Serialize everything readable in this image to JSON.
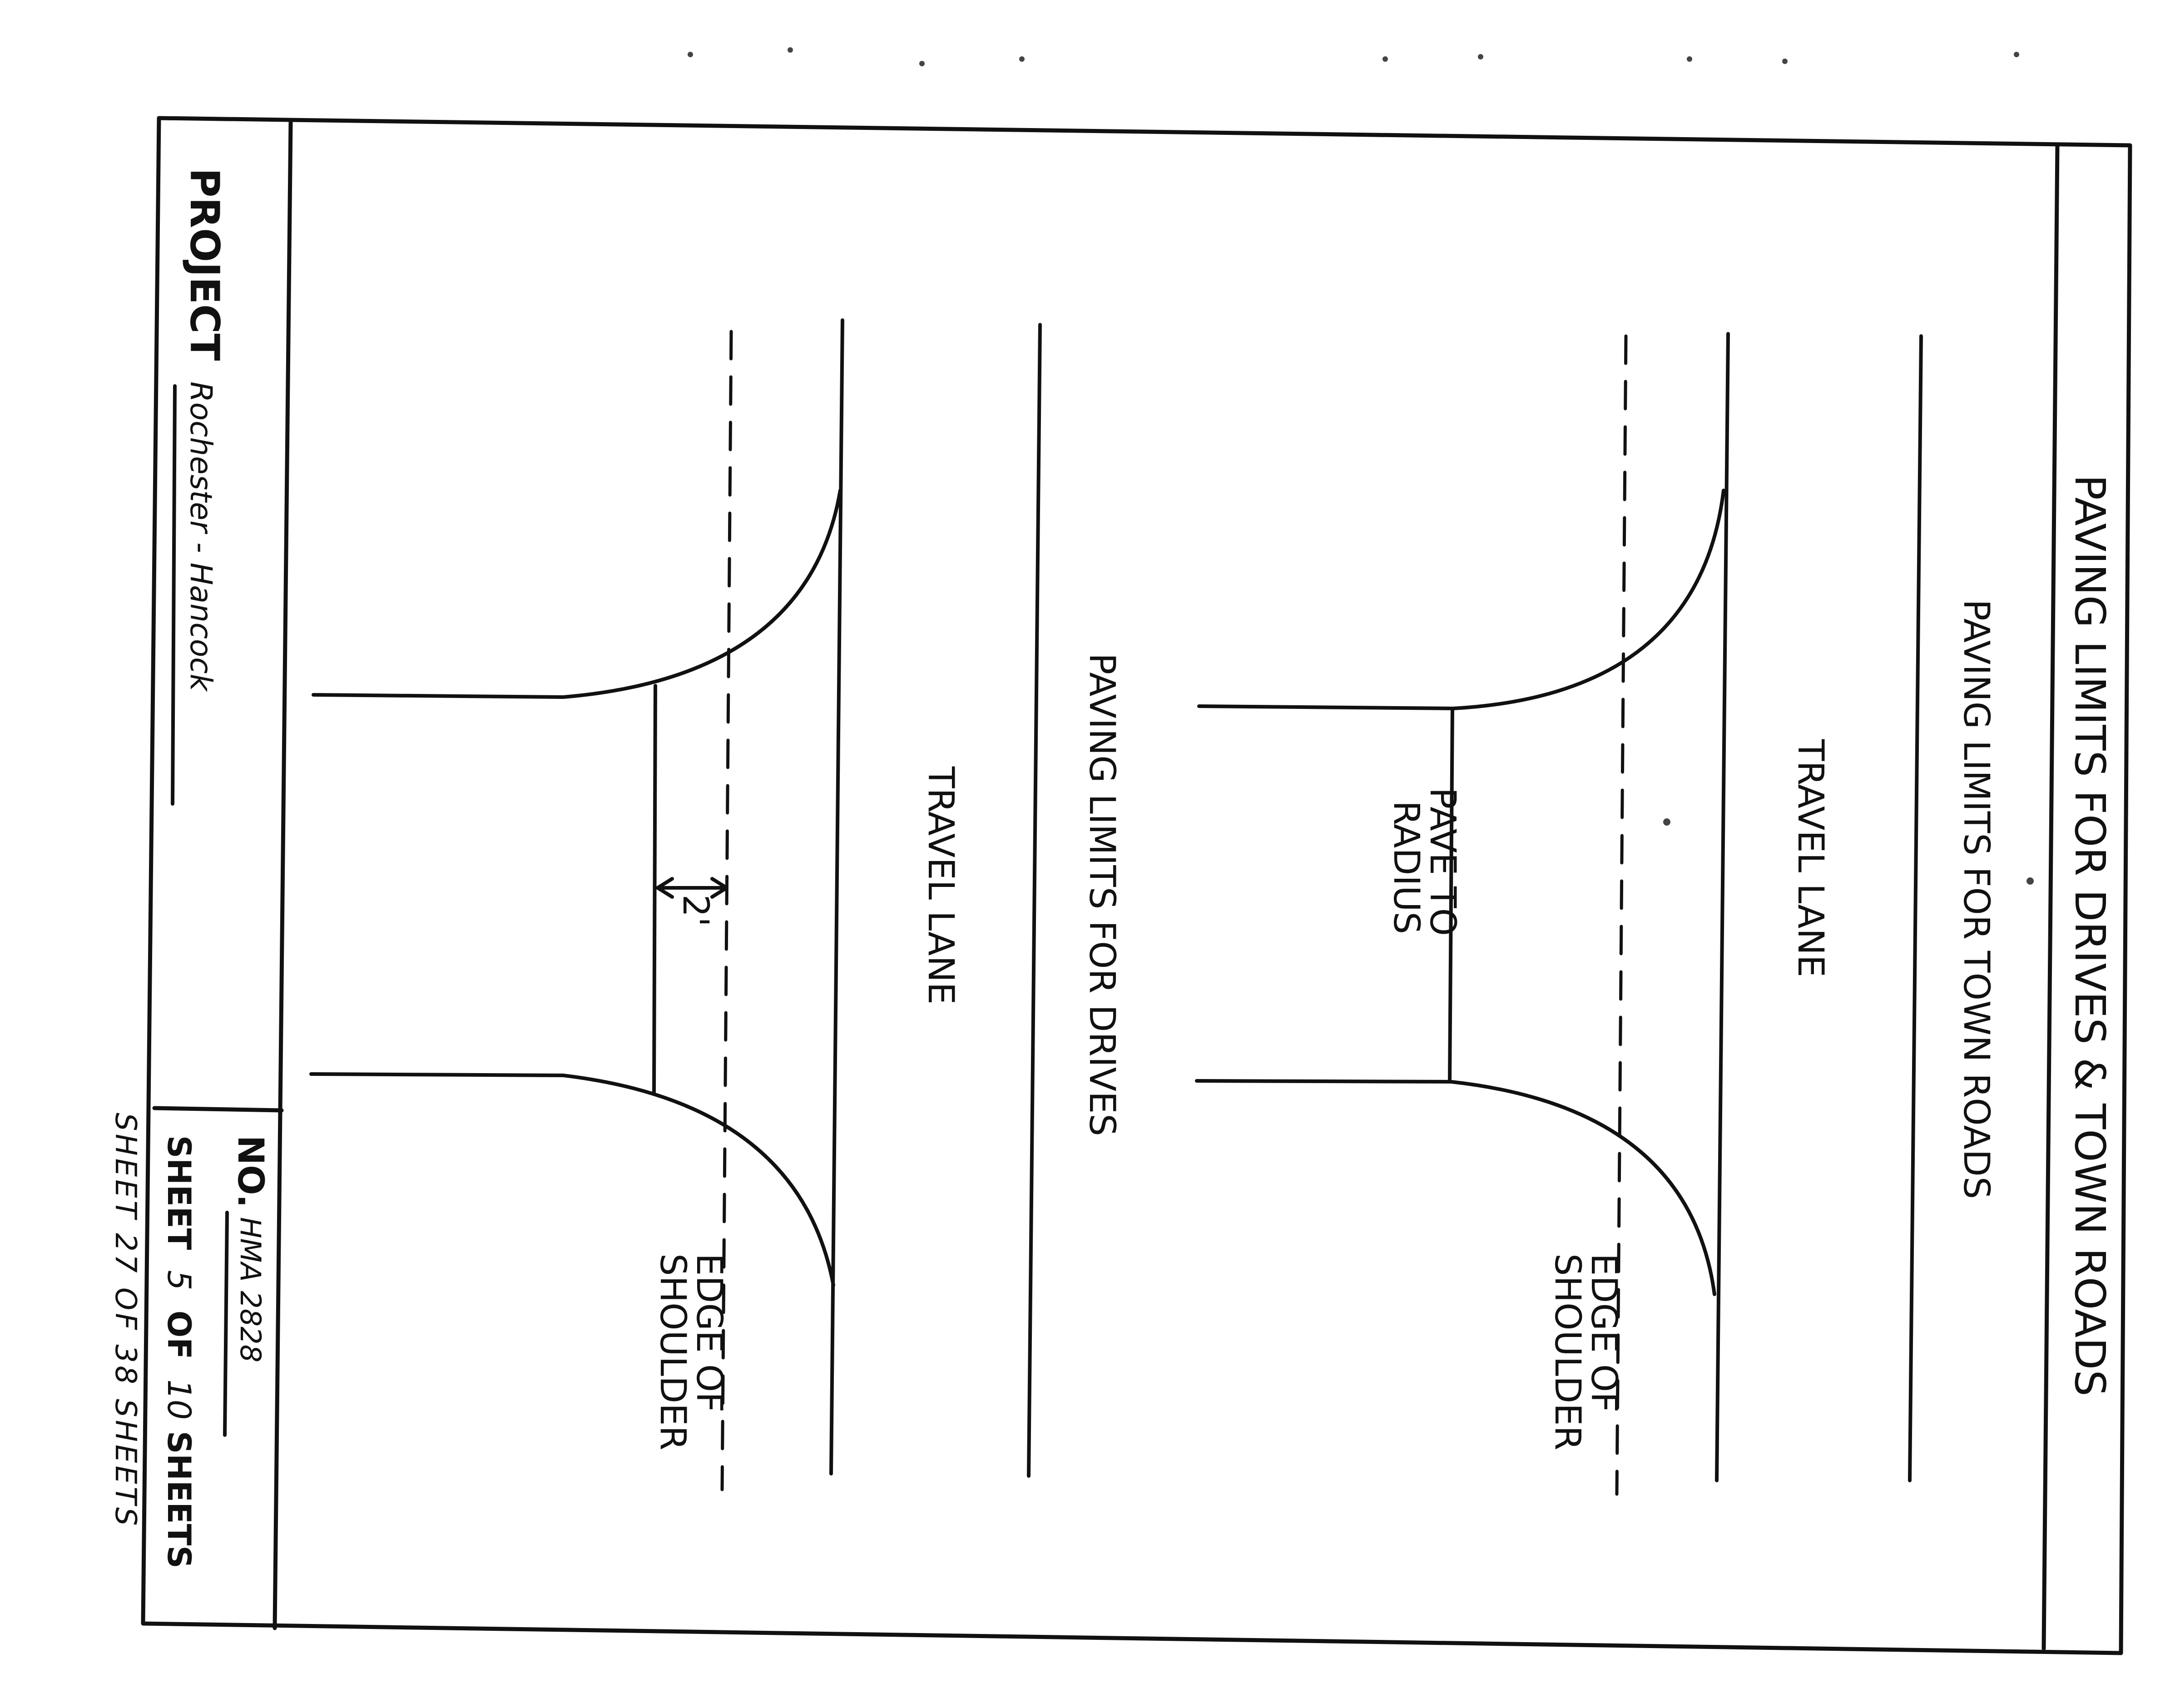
{
  "title": "PAVING LIMITS FOR DRIVES & TOWN ROADS",
  "town_roads_detail": {
    "heading": "PAVING LIMITS FOR TOWN ROADS",
    "travel_lane_label": "TRAVEL LANE",
    "pave_note_line1": "PAVE TO",
    "pave_note_line2": "RADIUS",
    "shoulder_line1": "EDGE OF",
    "shoulder_line2": "SHOULDER"
  },
  "drives_detail": {
    "heading": "PAVING LIMITS FOR DRIVES",
    "travel_lane_label": "TRAVEL LANE",
    "dimension": "2'",
    "shoulder_line1": "EDGE OF",
    "shoulder_line2": "SHOULDER"
  },
  "title_block": {
    "project_label": "PROJECT",
    "project_name": "Rochester - Hancock",
    "no_label": "NO.",
    "no_value": "HMA 2828",
    "sheet_label": "SHEET",
    "sheet_current": "5",
    "sheet_of": "OF",
    "sheet_total": "10",
    "sheets_word": "SHEETS"
  },
  "outer_sheet_note": "SHEET 27 OF 38 SHEETS"
}
